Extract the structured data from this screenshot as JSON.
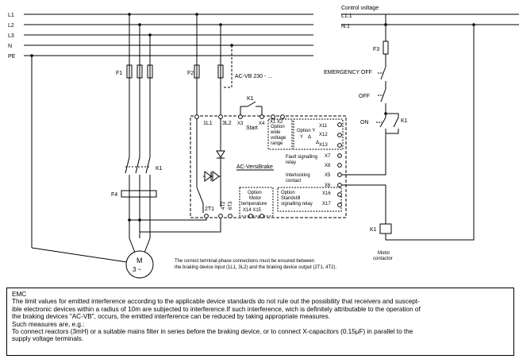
{
  "diagram": {
    "lines": [
      "L1",
      "L2",
      "L3",
      "N",
      "PE"
    ],
    "control_voltage": "Control voltage",
    "control_lines": [
      "L1.1",
      "N.1"
    ],
    "fuses": {
      "f1": "F1",
      "f2": "F2",
      "f3": "F3"
    },
    "ac_vb_label": "AC-VB 230 - ...",
    "contactor": "K1",
    "overload": "F4",
    "terminals": {
      "l1": "1L1",
      "l2": "3L2",
      "x3": "X3",
      "x4": "X4",
      "start": "Start",
      "x1x2": "X1  X2",
      "t1": "2T1",
      "t2": "4T2",
      "t3": "6T3",
      "x14x15": "X14  X15",
      "x16": "X16",
      "x17": "X17",
      "x11": "X11",
      "x12": "X12",
      "x13": "X13",
      "x7": "X7",
      "x8": "X8",
      "x5": "X5",
      "x6": "X6"
    },
    "options": {
      "wide_voltage": [
        "Option",
        "wide",
        "voltage",
        "range"
      ],
      "y_delta": [
        "Option  Y",
        "Y",
        "Δ",
        "Δ"
      ],
      "motor_temp": [
        "Option",
        "Motor",
        "temperature"
      ],
      "standstill": [
        "Option",
        "Standstill",
        "signalling relay"
      ]
    },
    "fault_relay": [
      "Fault signalling",
      "relay"
    ],
    "interlocking": [
      "Interlocking",
      "contact"
    ],
    "versibrake": "AC-VersiBrake",
    "emergency_off": "EMERGENCY OFF",
    "off": "OFF",
    "on": "ON",
    "motor_symbol": "M",
    "motor_phase": "3 ~",
    "motor_contactor": [
      "Motor",
      "contactor"
    ],
    "note": [
      "The correct terminal-phase connections must be ensured between",
      "the braking device input (1L1, 3L2) and the braking device output (2T1, 4T2)."
    ]
  },
  "emc": {
    "title": "EMC",
    "lines": [
      "The limit values for emitted interference according to the applicable device standards do not rule out the possibility that receivers and suscept-",
      "ible electronic devices within a radius of 10m are subjected to interference.If such interference, wich is definitely attributable to the operation of",
      "the braking devices \"AC-VB\", occurs, the emitted interference can be reduced by taking appropriate measures.",
      "Such measures are, e.g.:",
      "To connect reactors (3mH) or a suitable mains filter in series before the braking device, or to connect X-capacitors (0.15μF) in parallel to the",
      "supply voltage terminals."
    ]
  }
}
